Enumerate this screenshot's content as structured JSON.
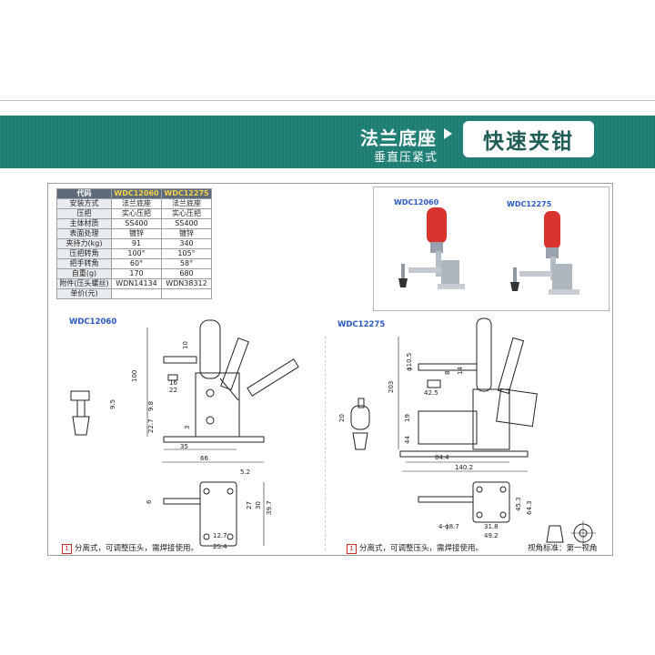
{
  "banner": {
    "title_main": "法兰底座",
    "title_sub": "垂直压紧式",
    "badge": "快速夹钳"
  },
  "spec_table": {
    "header": {
      "label": "代码",
      "col1": "WDC12060",
      "col2": "WDC12275"
    },
    "rows": [
      {
        "label": "安装方式",
        "col1": "法兰底座",
        "col2": "法兰底座"
      },
      {
        "label": "压把",
        "col1": "实心压把",
        "col2": "实心压把"
      },
      {
        "label": "主体材质",
        "col1": "SS400",
        "col2": "SS400"
      },
      {
        "label": "表面处理",
        "col1": "镀锌",
        "col2": "镀锌"
      },
      {
        "label": "夹持力(kg)",
        "col1": "91",
        "col2": "340"
      },
      {
        "label": "压把转角",
        "col1": "100°",
        "col2": "105°"
      },
      {
        "label": "把手转角",
        "col1": "60°",
        "col2": "58°"
      },
      {
        "label": "自重(g)",
        "col1": "170",
        "col2": "680"
      },
      {
        "label": "附件(压头螺丝)",
        "col1": "WDN14134",
        "col2": "WDN38312"
      },
      {
        "label": "单价(元)",
        "col1": "",
        "col2": ""
      }
    ]
  },
  "photos": {
    "left_label": "WDC12060",
    "right_label": "WDC12275"
  },
  "drawing_left": {
    "title": "WDC12060",
    "dims": [
      "100",
      "16",
      "10",
      "22",
      "9.8",
      "22.7",
      "3",
      "9.5",
      "35",
      "66",
      "5.2",
      "6",
      "27",
      "30",
      "39.7",
      "12.7",
      "25.4"
    ],
    "note_num": "1",
    "note": "分离式，可调整压头，需焊接使用。"
  },
  "drawing_right": {
    "title": "WDC12275",
    "dims": [
      "203",
      "ϕ10.5",
      "8",
      "14",
      "42.5",
      "20",
      "19",
      "44",
      "84.4",
      "140.2",
      "45.3",
      "64.3",
      "4-ϕ8.7",
      "31.8",
      "49.2"
    ],
    "note_num": "1",
    "note": "分离式，可调整压头，需焊接使用。"
  },
  "footer": {
    "view_standard": "视角标准：第一视角"
  },
  "colors": {
    "banner": "#1e7e74",
    "badge_text": "#1e5c55",
    "handle_red": "#d8332c",
    "label_blue": "#2a59c9"
  }
}
